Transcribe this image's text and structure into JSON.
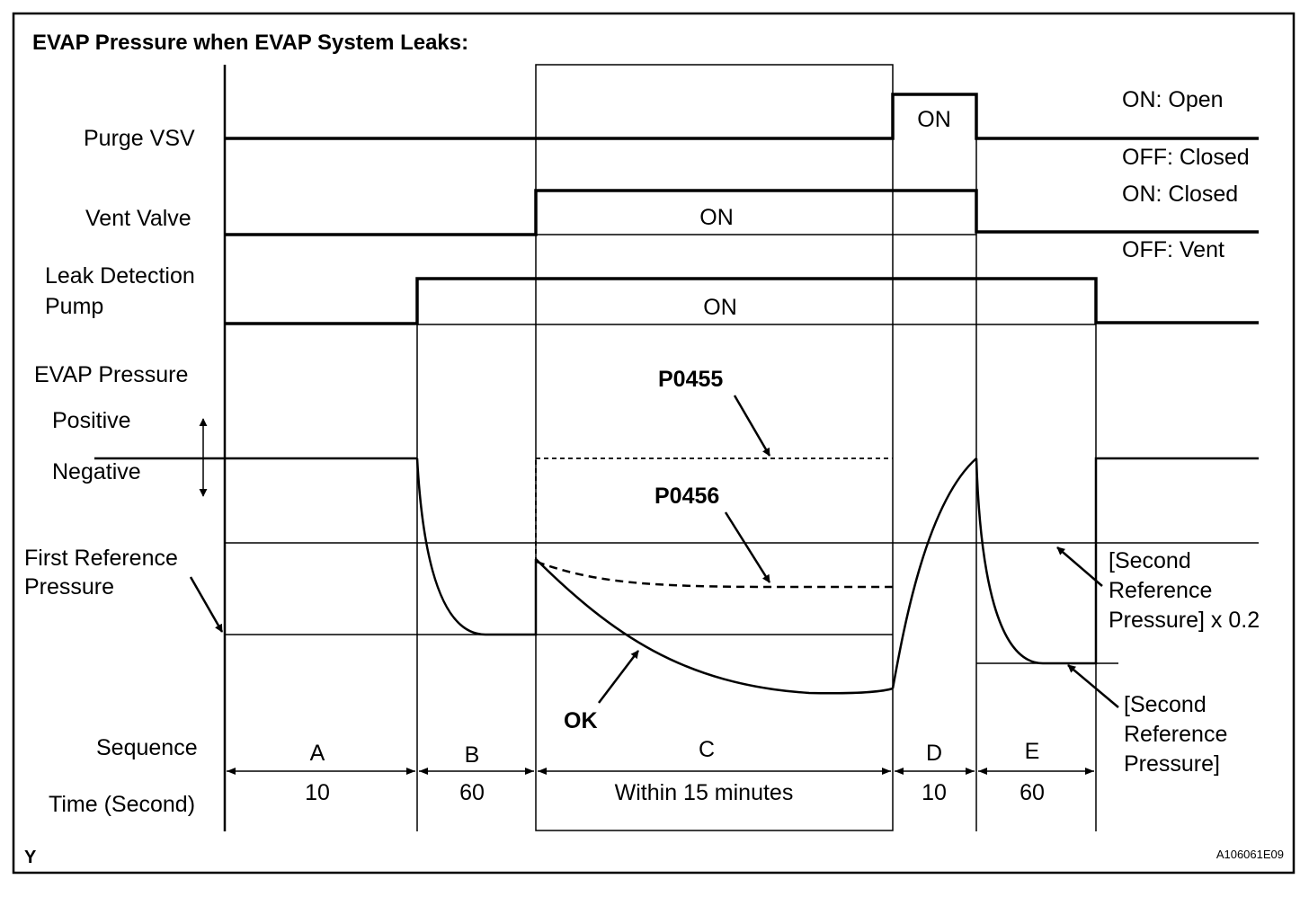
{
  "title": "EVAP Pressure when EVAP System Leaks:",
  "signals": {
    "purge_vsv": "Purge VSV",
    "vent_valve": "Vent Valve",
    "pump_line1": "Leak Detection",
    "pump_line2": "Pump",
    "evap_pressure": "EVAP Pressure",
    "positive": "Positive",
    "negative": "Negative",
    "first_ref_line1": "First Reference",
    "first_ref_line2": "Pressure",
    "sequence": "Sequence",
    "time": "Time (Second)"
  },
  "states": {
    "purge_on": "ON: Open",
    "purge_off": "OFF: Closed",
    "vent_on": "ON: Closed",
    "vent_off": "OFF: Vent",
    "on": "ON"
  },
  "codes": {
    "p0455": "P0455",
    "p0456": "P0456",
    "ok": "OK"
  },
  "second_ref_02": [
    "[Second",
    "Reference",
    "Pressure] x 0.2"
  ],
  "second_ref": [
    "[Second",
    "Reference",
    "Pressure]"
  ],
  "sequence": [
    {
      "label": "A",
      "time": "10"
    },
    {
      "label": "B",
      "time": "60"
    },
    {
      "label": "C",
      "time": "Within 15 minutes"
    },
    {
      "label": "D",
      "time": "10"
    },
    {
      "label": "E",
      "time": "60"
    }
  ],
  "corner_mark": "Y",
  "figure_id": "A106061E09"
}
